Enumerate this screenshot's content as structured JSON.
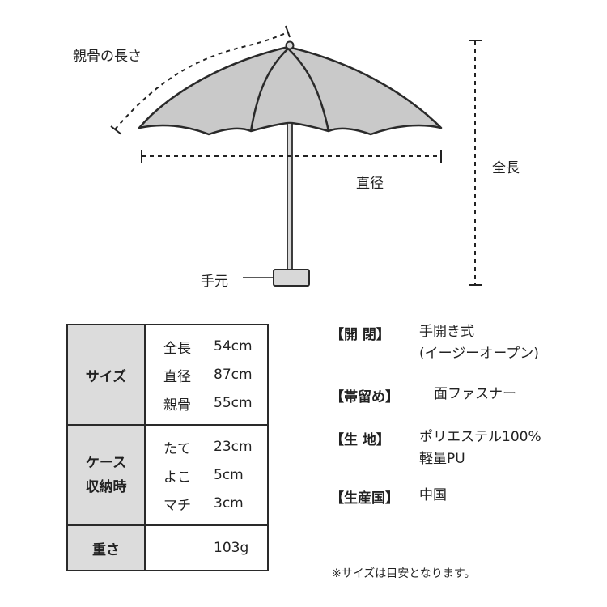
{
  "diagram": {
    "rib_length_label": "親骨の長さ",
    "diameter_label": "直径",
    "total_length_label": "全長",
    "handle_label": "手元"
  },
  "spec_table": {
    "size_header": "サイズ",
    "size_rows": [
      {
        "key": "全長",
        "value": "54cm"
      },
      {
        "key": "直径",
        "value": "87cm"
      },
      {
        "key": "親骨",
        "value": "55cm"
      }
    ],
    "case_header_line1": "ケース",
    "case_header_line2": "収納時",
    "case_rows": [
      {
        "key": "たて",
        "value": "23cm"
      },
      {
        "key": "よこ",
        "value": "5cm"
      },
      {
        "key": "マチ",
        "value": "3cm"
      }
    ],
    "weight_header": "重さ",
    "weight_value": "103g"
  },
  "info": [
    {
      "label": "【開 閉】",
      "lines": [
        "手開き式",
        "(イージーオープン)"
      ]
    },
    {
      "label": "【帯留め】",
      "lines": [
        "面ファスナー"
      ]
    },
    {
      "label": "【生 地】",
      "lines": [
        "ポリエステル100%",
        "軽量PU"
      ]
    },
    {
      "label": "【生産国】",
      "lines": [
        "中国"
      ]
    }
  ],
  "note": "※サイズは目安となります。",
  "colors": {
    "canopy_fill": "#c9c9c9",
    "outline": "#2a2a2a",
    "handle_fill": "#d8d8d8",
    "table_header_bg": "#dcdcdc"
  }
}
